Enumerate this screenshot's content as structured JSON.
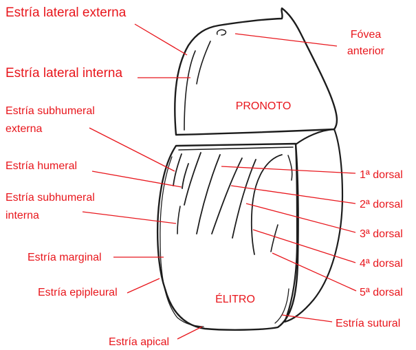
{
  "colors": {
    "label": "#e8161c",
    "outline": "#1c1c1c",
    "background": "#ffffff"
  },
  "regions": {
    "pronoto": "PRONOTO",
    "elitro": "ÉLITRO"
  },
  "labels": {
    "estria_lateral_externa": "Estría lateral externa",
    "estria_lateral_interna": "Estría lateral interna",
    "fovea_anterior_line1": "Fóvea",
    "fovea_anterior_line2": "anterior",
    "estria_subhumeral_externa_line1": "Estría subhumeral",
    "estria_subhumeral_externa_line2": "externa",
    "estria_humeral": "Estría humeral",
    "estria_subhumeral_interna_line1": "Estría subhumeral",
    "estria_subhumeral_interna_line2": "interna",
    "estria_marginal": "Estría marginal",
    "estria_epipleural": "Estría epipleural",
    "estria_apical": "Estría apical",
    "dorsal_1": "1ª dorsal",
    "dorsal_2": "2ª dorsal",
    "dorsal_3": "3ª dorsal",
    "dorsal_4": "4ª dorsal",
    "dorsal_5": "5ª dorsal",
    "estria_sutural": "Estría sutural"
  }
}
